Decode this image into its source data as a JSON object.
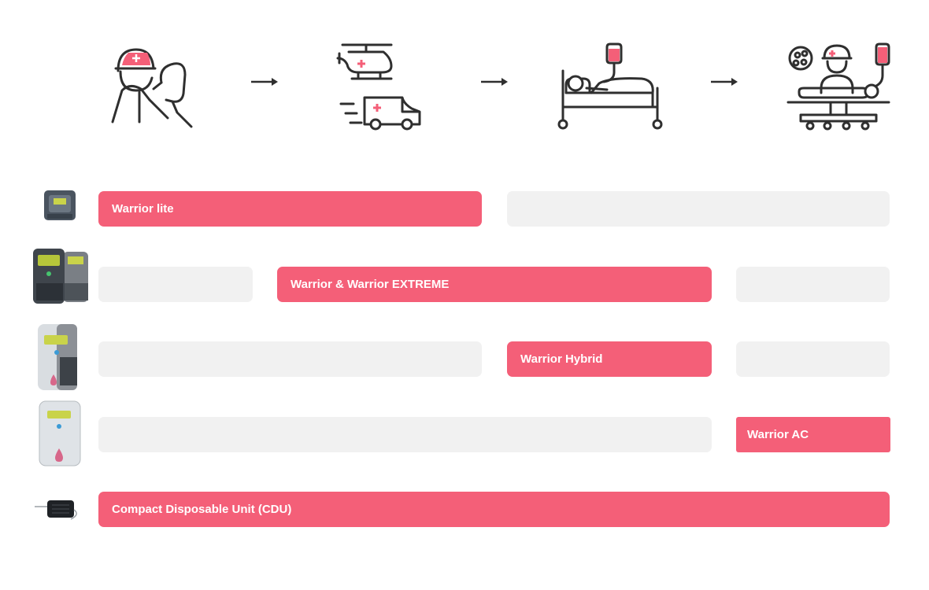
{
  "stages": [
    {
      "name": "field-medic",
      "icon": "medic-with-iv-bag-icon"
    },
    {
      "name": "transport",
      "icon": "helicopter-and-ambulance-icon"
    },
    {
      "name": "hospital-bed",
      "icon": "patient-in-bed-icon"
    },
    {
      "name": "operating-room",
      "icon": "surgeon-operating-table-icon"
    }
  ],
  "colors": {
    "accent": "#f45f78",
    "empty": "#f1f1f1",
    "line": "#2f2f2f"
  },
  "rows": [
    {
      "product": "Warrior lite",
      "label": "Warrior lite"
    },
    {
      "product": "Warrior & Warrior EXTREME",
      "label": "Warrior & Warrior EXTREME"
    },
    {
      "product": "Warrior Hybrid",
      "label": "Warrior Hybrid"
    },
    {
      "product": "Warrior AC",
      "label": "Warrior AC"
    },
    {
      "product": "Compact Disposable Unit (CDU)",
      "label": "Compact Disposable Unit (CDU)"
    }
  ]
}
